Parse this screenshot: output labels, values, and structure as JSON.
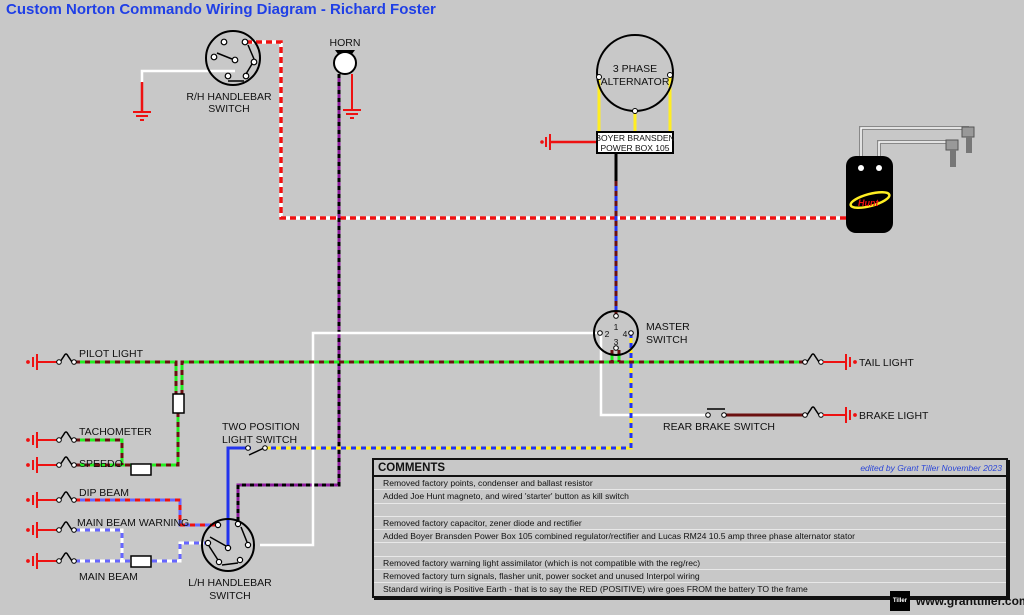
{
  "title": "Custom Norton Commando Wiring Diagram - Richard Foster",
  "components": {
    "rh_switch": {
      "line1": "R/H HANDLEBAR",
      "line2": "SWITCH"
    },
    "horn": "HORN",
    "alternator": {
      "line1": "3 PHASE",
      "line2": "ALTERNATOR"
    },
    "power_box": {
      "line1": "BOYER BRANSDEN",
      "line2": "POWER BOX 105"
    },
    "master_switch": {
      "line1": "MASTER",
      "line2": "SWITCH",
      "terminals": [
        "1",
        "2",
        "3",
        "4"
      ]
    },
    "two_pos_switch": {
      "line1": "TWO POSITION",
      "line2": "LIGHT SWITCH"
    },
    "lh_switch": {
      "line1": "L/H HANDLEBAR",
      "line2": "SWITCH"
    },
    "rear_brake_switch": "REAR BRAKE SWITCH",
    "lamps": {
      "pilot": "PILOT LIGHT",
      "tacho": "TACHOMETER",
      "speedo": "SPEEDO",
      "dip": "DIP BEAM",
      "main_warning": "MAIN BEAM WARNING",
      "main": "MAIN BEAM",
      "tail": "TAIL LIGHT",
      "brake": "BRAKE LIGHT"
    }
  },
  "wire_colors": {
    "red": "#ee1111",
    "white": "#ffffff",
    "green": "#22ee22",
    "brown": "#6b1010",
    "blue": "#2233ee",
    "lightblue": "#6666ff",
    "yellow": "#ffee22",
    "purple": "#8a1a9a",
    "black": "#000000"
  },
  "comments": {
    "header": "COMMENTS",
    "editor": "edited by Grant Tiller November 2023",
    "rows": [
      "Removed factory points, condenser and ballast resistor",
      "Added Joe Hunt magneto, and wired 'starter' button as kill switch",
      "",
      "Removed factory capacitor, zener diode and rectifier",
      "Added Boyer Bransden Power Box 105 combined regulator/rectifier and Lucas RM24 10.5 amp three phase alternator stator",
      "",
      "Removed factory warning light assimilator (which is not compatible with the reg/rec)",
      "Removed factory turn signals, flasher unit, power socket and unused Interpol wiring",
      "Standard wiring is Positive Earth - that is to say the RED (POSITIVE) wire goes FROM the battery TO the frame"
    ]
  },
  "brand": {
    "logo": "Tiller",
    "url": "www.granttiller.com"
  }
}
